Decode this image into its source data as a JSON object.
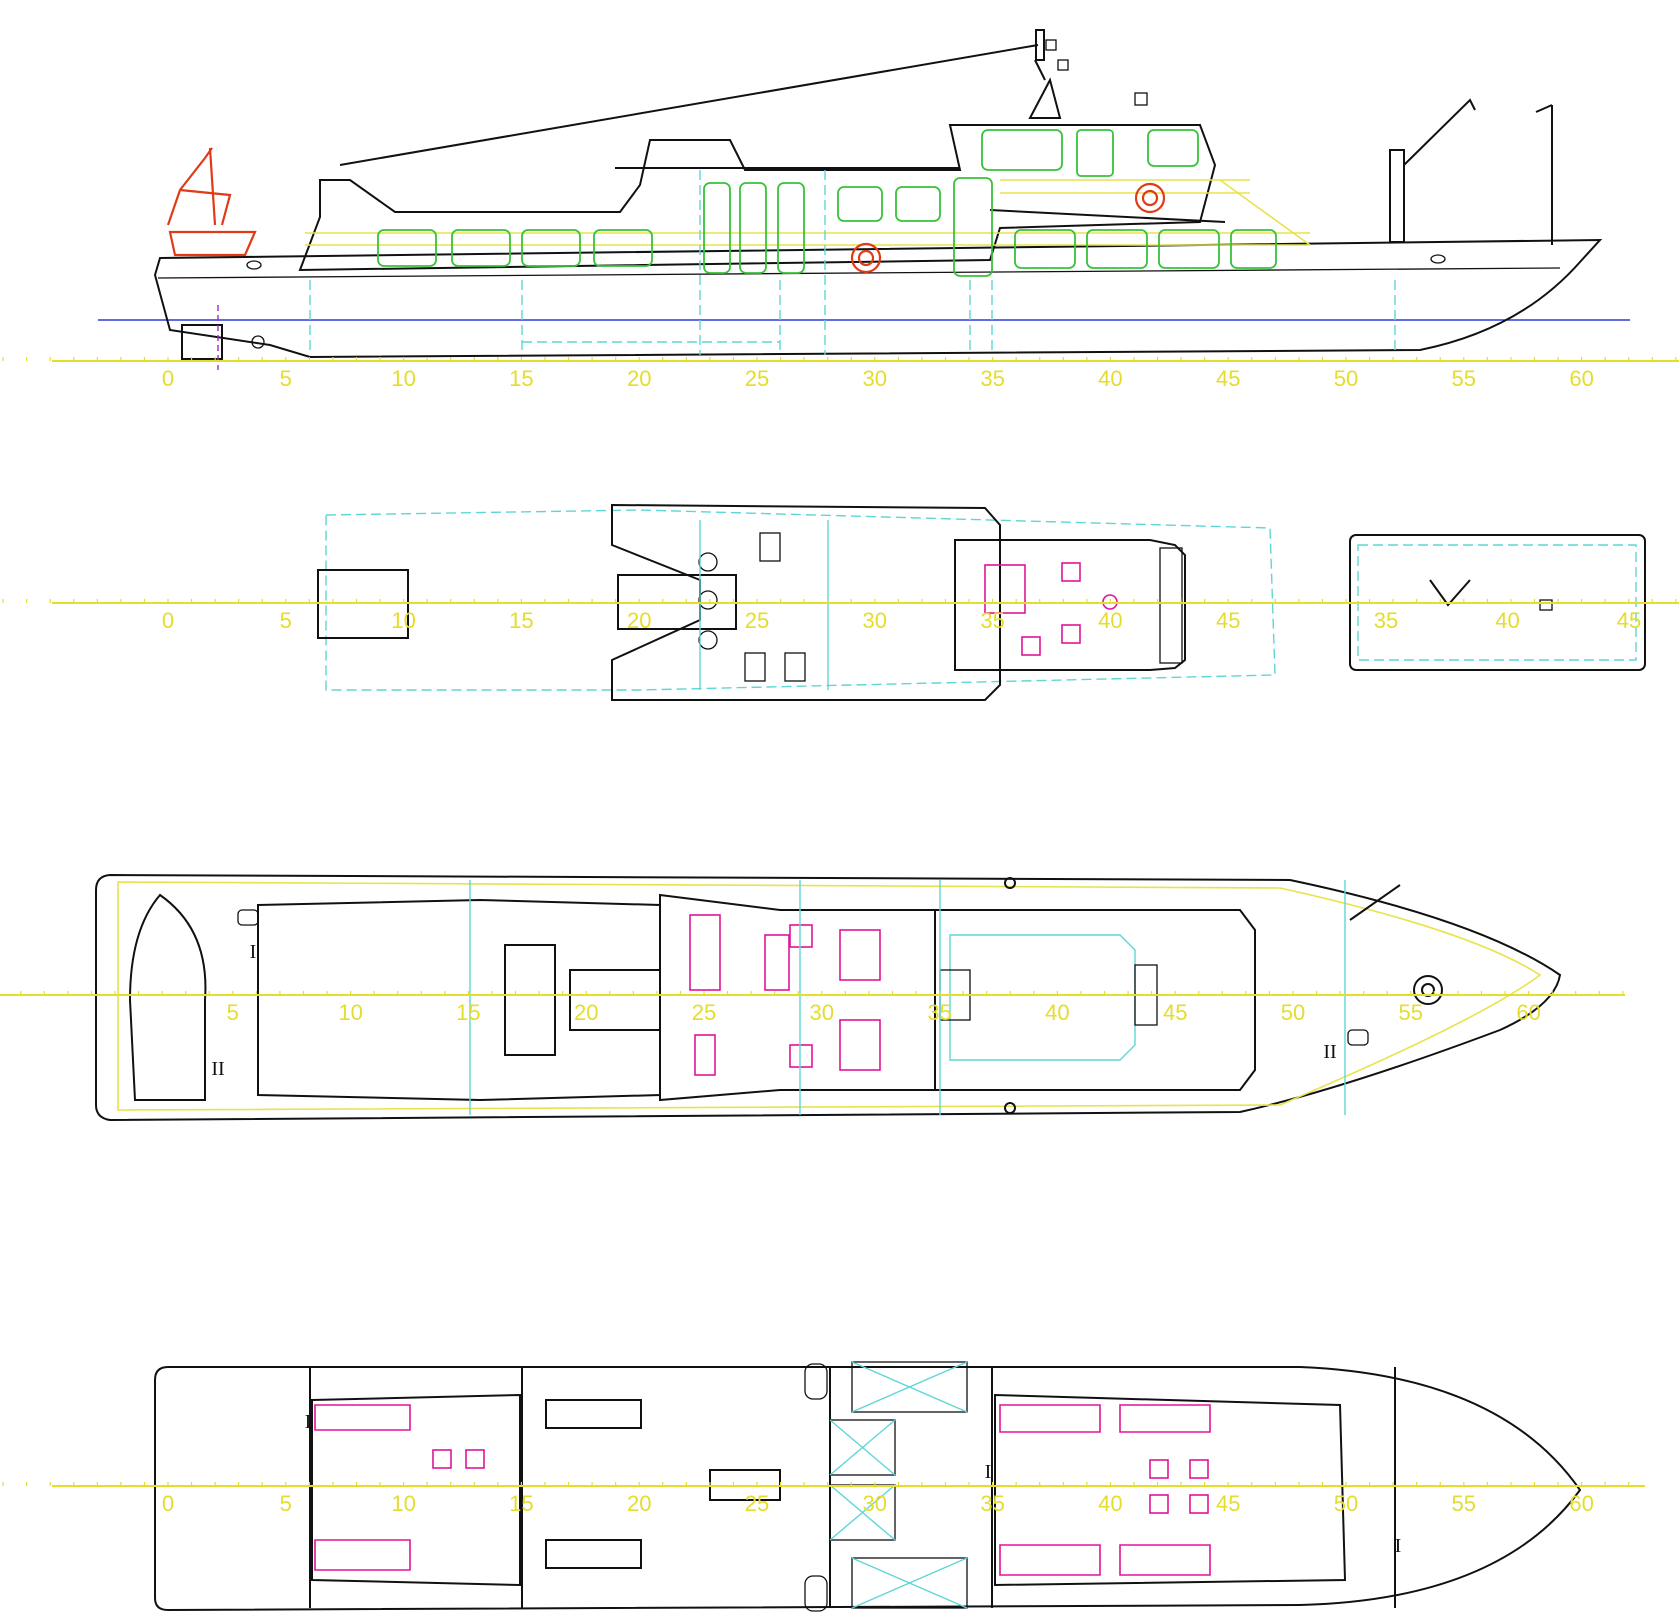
{
  "scales": [
    {
      "labels": [
        "0",
        "5",
        "10",
        "15",
        "20",
        "25",
        "30",
        "35",
        "40",
        "45",
        "50",
        "55",
        "60"
      ]
    },
    {
      "labels": [
        "0",
        "5",
        "10",
        "15",
        "20",
        "25",
        "30",
        "35",
        "40",
        "45"
      ],
      "extra_labels": [
        "35",
        "40",
        "45"
      ]
    },
    {
      "labels": [
        "5",
        "10",
        "15",
        "20",
        "25",
        "30",
        "35",
        "40",
        "45",
        "50",
        "55",
        "60"
      ]
    },
    {
      "labels": [
        "0",
        "5",
        "10",
        "15",
        "20",
        "25",
        "30",
        "35",
        "40",
        "45",
        "50",
        "55",
        "60"
      ]
    }
  ],
  "section_marks": {
    "one": "I",
    "two": "II"
  },
  "colors": {
    "outline": "#111111",
    "scale": "#e5dd2c",
    "hidden_lines": "#5fd6d6",
    "railings": "#e8e34a",
    "windows": "#37c23a",
    "furniture": "#e0149a",
    "lifeboat_davit": "#e03a16",
    "waterline": "#2b3bd6"
  }
}
